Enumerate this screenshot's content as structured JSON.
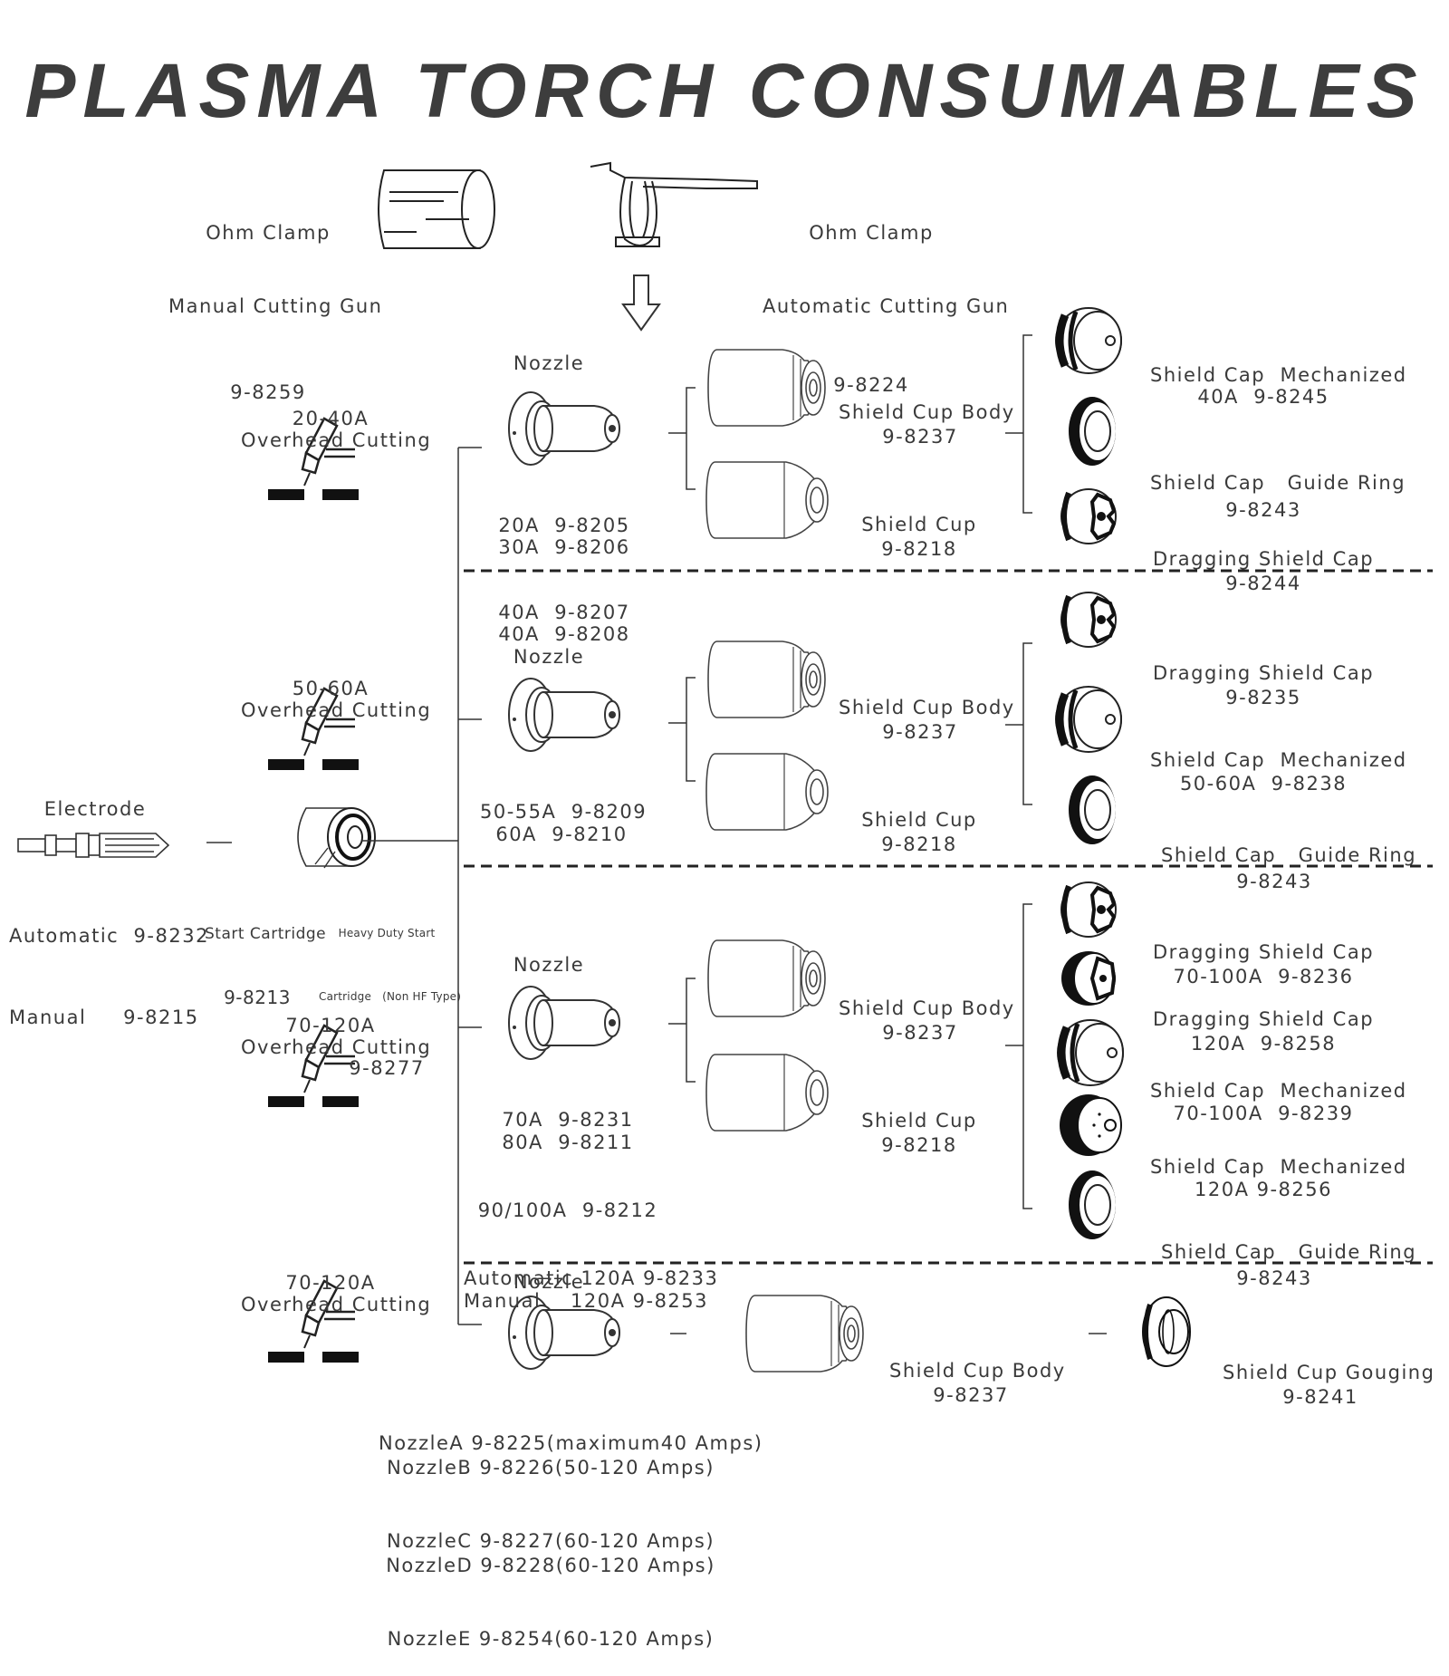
{
  "title": "PLASMA TORCH CONSUMABLES",
  "ohm_clamp_manual": {
    "name": "Ohm Clamp",
    "subtitle": "Manual Cutting Gun",
    "part": "9-8259"
  },
  "ohm_clamp_auto": {
    "name": "Ohm Clamp",
    "subtitle": "Automatic Cutting Gun",
    "part": "9-8224"
  },
  "electrode": {
    "name": "Electrode",
    "auto": "Automatic  9-8232",
    "manual": "Manual     9-8215"
  },
  "start_cartridge": {
    "name": "Start Cartridge",
    "part": "9-8213"
  },
  "heavy_cartridge": {
    "name1": "Heavy Duty Start",
    "name2": "Cartridge   (Non HF Type)",
    "part": "9-8277"
  },
  "groups": [
    {
      "amp": "20-40A",
      "mode": "Overhead Cutting",
      "nozzle_title": "Nozzle",
      "nozzle_parts": [
        "20A  9-8205",
        "30A  9-8206",
        "40A  9-8207",
        "40A  9-8208"
      ],
      "cup_body": {
        "name": "Shield Cup Body",
        "part": "9-8237"
      },
      "cup": {
        "name": "Shield Cup",
        "part": "9-8218"
      },
      "caps": [
        {
          "name": "Shield Cap  Mechanized",
          "part": "40A  9-8245"
        },
        {
          "name": "Shield Cap   Guide Ring",
          "part": "9-8243"
        },
        {
          "name": "Dragging Shield Cap",
          "part": "9-8244"
        }
      ]
    },
    {
      "amp": "50-60A",
      "mode": "Overhead Cutting",
      "nozzle_title": "Nozzle",
      "nozzle_parts": [
        "50-55A  9-8209",
        "60A  9-8210"
      ],
      "cup_body": {
        "name": "Shield Cup Body",
        "part": "9-8237"
      },
      "cup": {
        "name": "Shield Cup",
        "part": "9-8218"
      },
      "caps": [
        {
          "name": "Dragging Shield Cap",
          "part": "9-8235"
        },
        {
          "name": "Shield Cap  Mechanized",
          "part": "50-60A  9-8238"
        },
        {
          "name": "Shield Cap   Guide Ring",
          "part": "9-8243"
        }
      ]
    },
    {
      "amp": "70-120A",
      "mode": "Overhead Cutting",
      "nozzle_title": "Nozzle",
      "nozzle_parts": [
        "70A  9-8231",
        "80A  9-8211",
        "90/100A  9-8212",
        "Automatic 120A 9-8233",
        "Manual    120A 9-8253"
      ],
      "cup_body": {
        "name": "Shield Cup Body",
        "part": "9-8237"
      },
      "cup": {
        "name": "Shield Cup",
        "part": "9-8218"
      },
      "caps": [
        {
          "name": "Dragging Shield Cap",
          "part": "70-100A  9-8236"
        },
        {
          "name": "Dragging Shield Cap",
          "part": "120A  9-8258"
        },
        {
          "name": "Shield Cap  Mechanized",
          "part": "70-100A  9-8239"
        },
        {
          "name": "Shield Cap  Mechanized",
          "part": "120A 9-8256"
        },
        {
          "name": "Shield Cap   Guide Ring",
          "part": "9-8243"
        }
      ]
    },
    {
      "amp": "70-120A",
      "mode": "Overhead Cutting",
      "nozzle_title": "Nozzle",
      "nozzle_parts": [
        "NozzleA 9-8225(maximum40 Amps)",
        "NozzleB 9-8226(50-120 Amps)",
        "NozzleC 9-8227(60-120 Amps)",
        "NozzleD 9-8228(60-120 Amps)",
        "NozzleE 9-8254(60-120 Amps)"
      ],
      "cup_body": {
        "name": "Shield Cup Body",
        "part": "9-8237"
      },
      "gouging": {
        "name": "Shield Cup Gouging",
        "part": "9-8241"
      }
    }
  ]
}
